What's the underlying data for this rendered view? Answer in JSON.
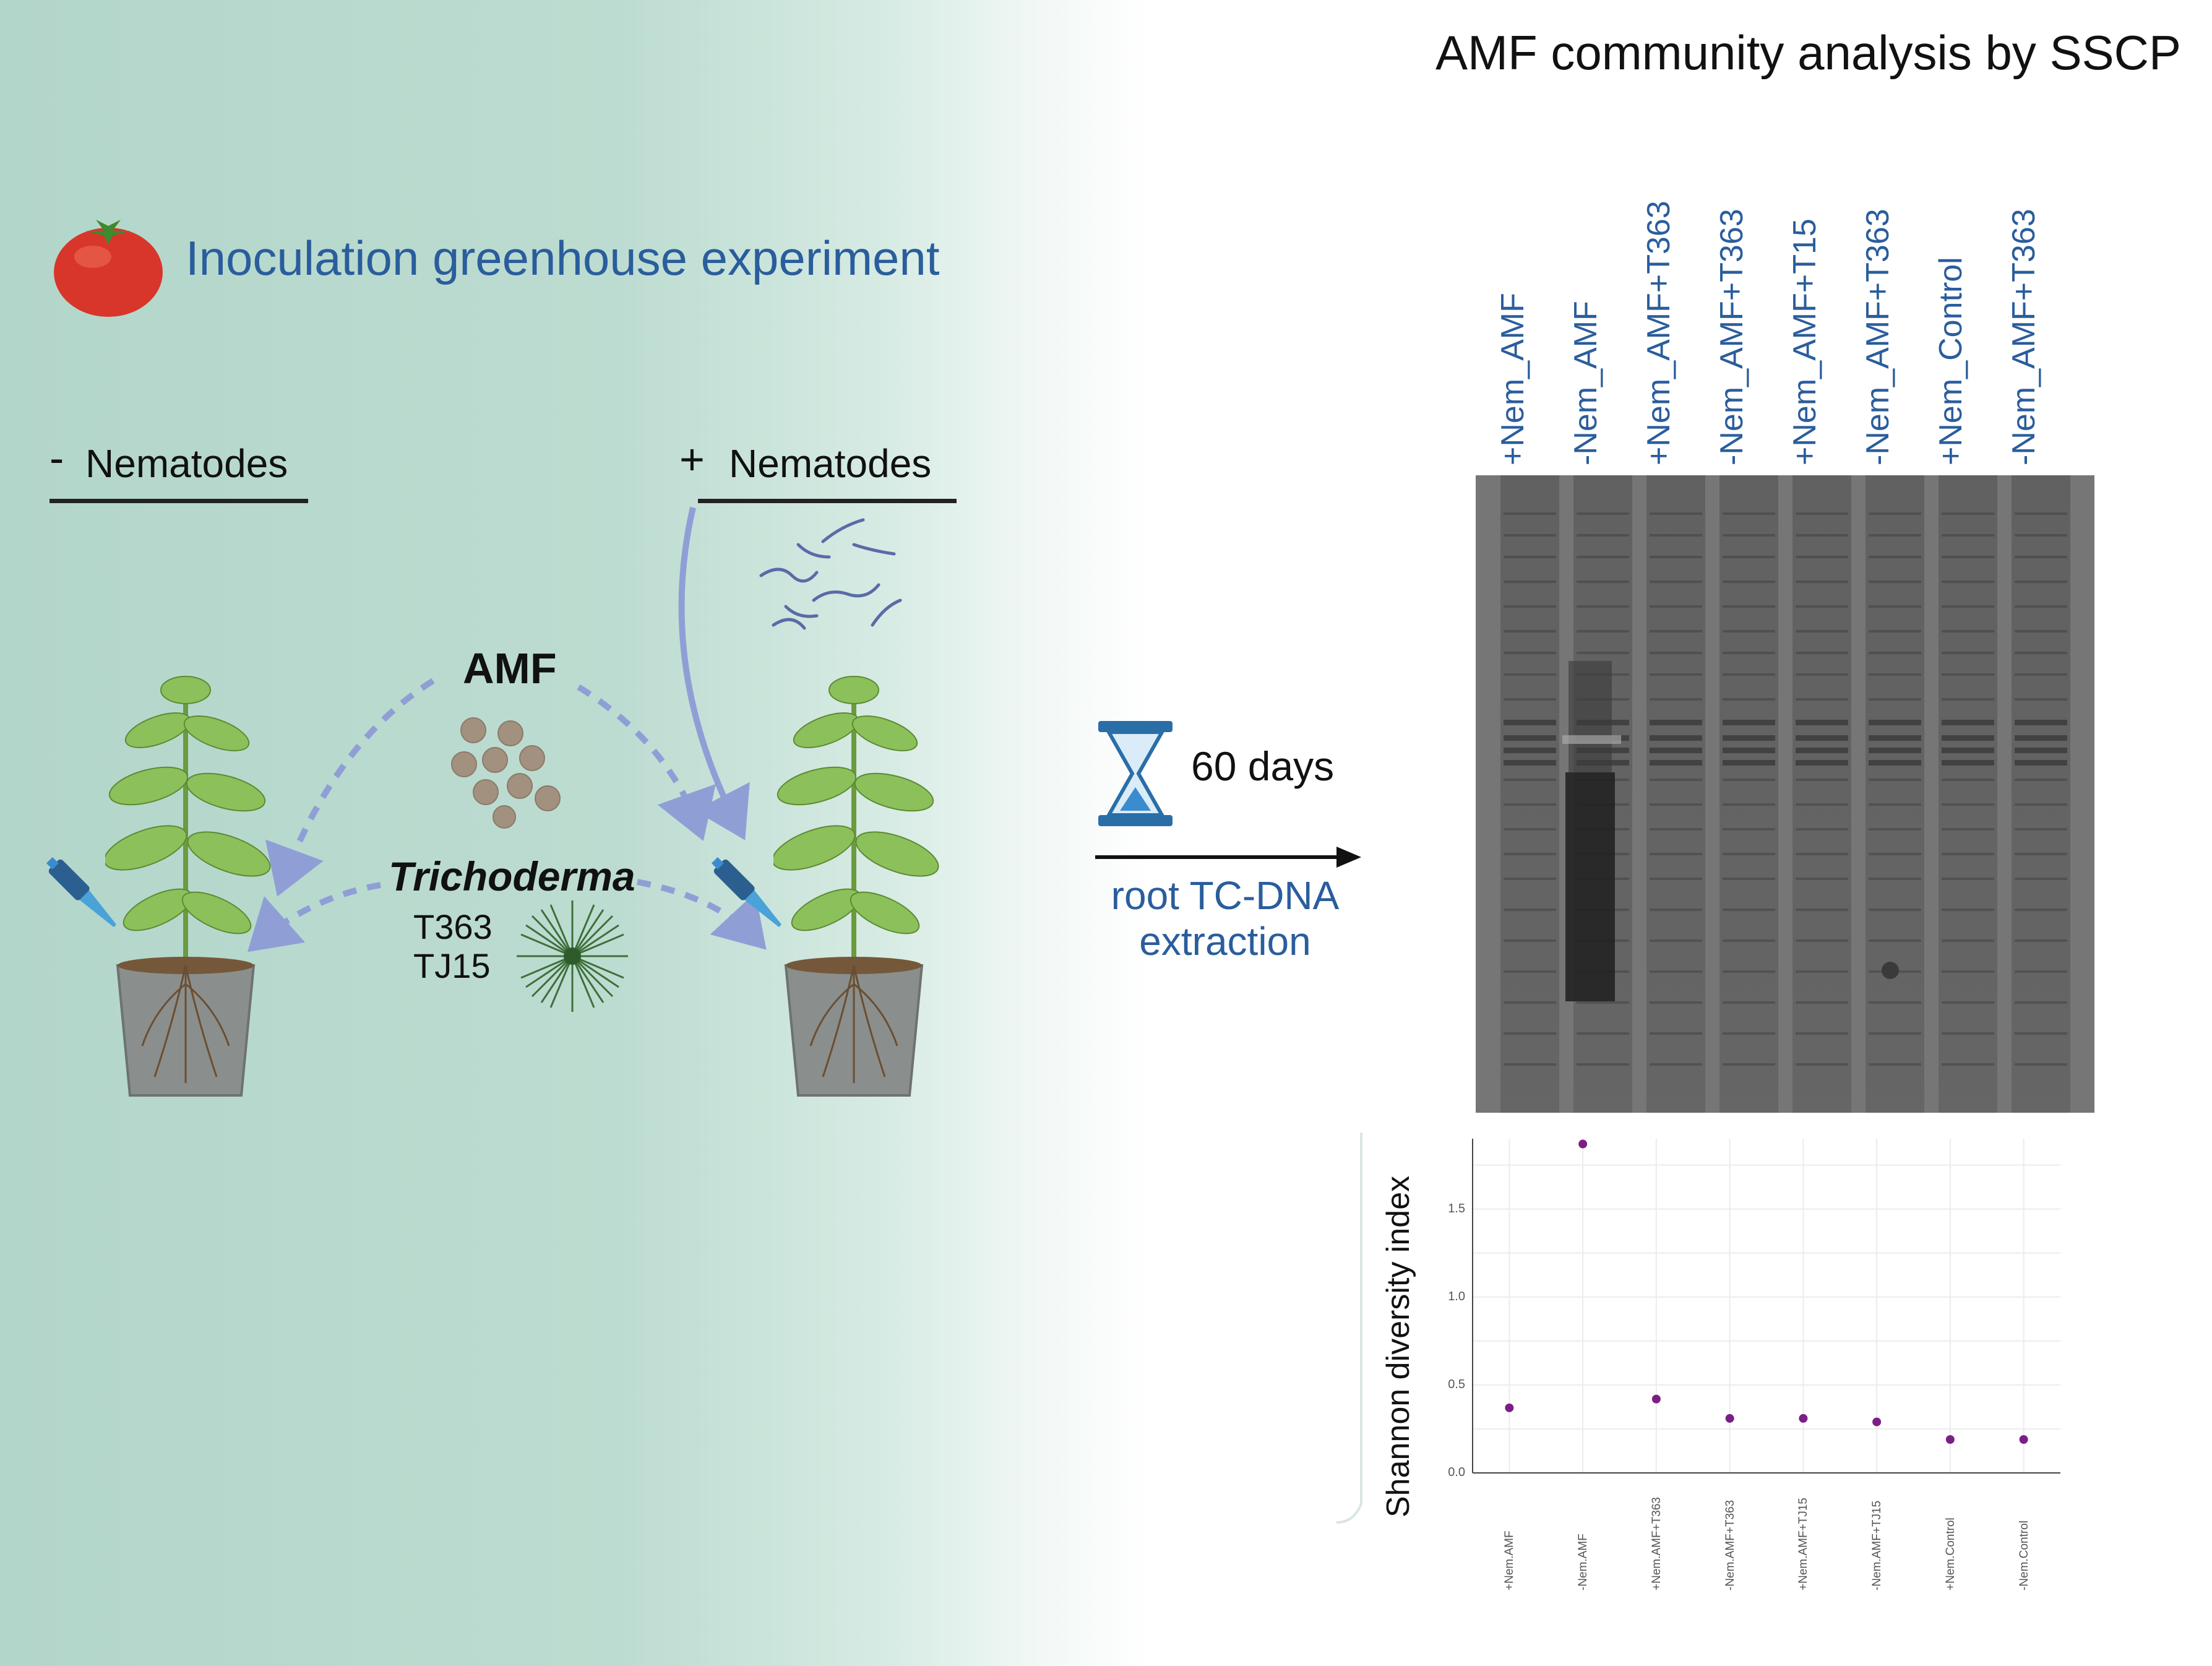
{
  "header": {
    "right_title": "AMF community analysis by SSCP"
  },
  "experiment": {
    "title": "Inoculation greenhouse experiment",
    "minus_sign": "-",
    "minus_label": "Nematodes",
    "plus_sign": "+",
    "plus_label": "Nematodes",
    "amf_label": "AMF",
    "trichoderma_label": "Trichoderma",
    "strains": [
      "T363",
      "TJ15"
    ]
  },
  "process": {
    "duration": "60 days",
    "extraction": [
      "root TC-DNA",
      "extraction"
    ]
  },
  "gel": {
    "lanes": [
      "+Nem_AMF",
      "-Nem_AMF",
      "+Nem_AMF+T363",
      "-Nem_AMF+T363",
      "+Nem_AMF+T15",
      "-Nem_AMF+T363",
      "+Nem_Control",
      "-Nem_AMF+T363"
    ]
  },
  "colors": {
    "accent_blue": "#2a5d9c",
    "point": "#7b1f86",
    "arrow": "#8f9fd6",
    "plant": "#8cc05a",
    "pot": "#8a8f8d"
  },
  "chart_data": {
    "type": "scatter",
    "title": "",
    "xlabel": "",
    "ylabel": "Shannon diversity index",
    "categories": [
      "+Nem.AMF",
      "-Nem.AMF",
      "+Nem.AMF+T363",
      "-Nem.AMF+T363",
      "+Nem.AMF+TJ15",
      "-Nem.AMF+TJ15",
      "+Nem.Control",
      "-Nem.Control"
    ],
    "values": [
      0.37,
      1.87,
      0.42,
      0.31,
      0.31,
      0.29,
      0.19,
      0.19
    ],
    "yticks": [
      "0.0",
      "0.5",
      "1.0",
      "1.5"
    ],
    "ylim": [
      0,
      1.9
    ],
    "grid": true
  }
}
